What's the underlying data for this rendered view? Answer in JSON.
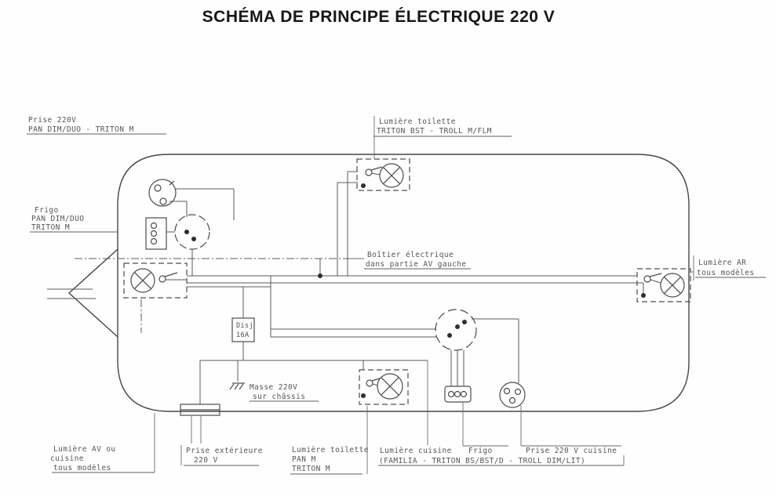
{
  "title": "SCHÉMA DE PRINCIPE ÉLECTRIQUE 220 V",
  "labels": {
    "prise_av": {
      "line1": "Prise 220V",
      "line2": "PAN DIM/DUO - TRITON M"
    },
    "frigo_av": {
      "line1": "Frigo",
      "line2": "PAN DIM/DUO",
      "line3": "TRITON M"
    },
    "lumiere_toilette_haut": {
      "line1": "Lumière toilette",
      "line2": "TRITON BST - TROLL M/FLM"
    },
    "boitier": {
      "line1": "Boîtier électrique",
      "line2": "dans partie AV gauche"
    },
    "lumiere_ar": {
      "line1": "Lumière AR",
      "line2": "tous modèles"
    },
    "disjoncteur": {
      "line1": "Disj",
      "line2": "16A"
    },
    "masse": {
      "line1": "Masse 220V",
      "line2": "sur châssis"
    },
    "lumiere_av": {
      "line1": "Lumière AV ou",
      "line2": "cuisine",
      "line3": "tous modèles"
    },
    "prise_exterieure": {
      "line1": "Prise extérieure",
      "line2": "220 V"
    },
    "lumiere_toilette_bas": {
      "line1": "Lumière toilette",
      "line2": "PAN M",
      "line3": "TRITON M"
    },
    "lumiere_cuisine": {
      "line1": "Lumière cuisine",
      "line2": "(FAMILIA - TRITON BS/BST/D - TROLL DIM/LIT)"
    },
    "frigo_cuisine": {
      "line1": "Frigo"
    },
    "prise_cuisine": {
      "line1": "Prise 220 V cuisine"
    }
  }
}
